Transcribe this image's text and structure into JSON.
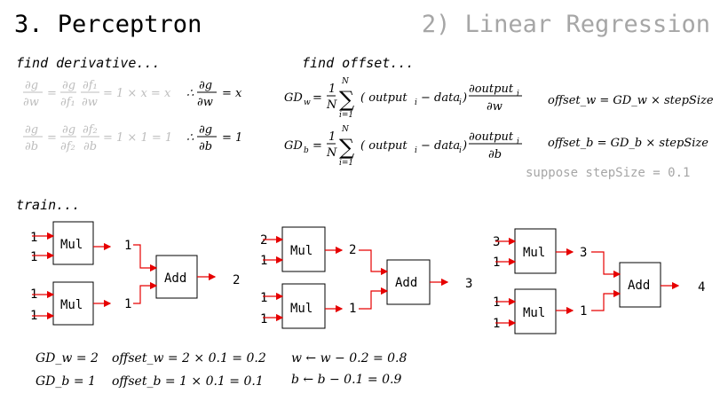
{
  "header": {
    "title": "3. Perceptron",
    "subtitle": "2) Linear Regression"
  },
  "sections": {
    "find_derivative": "find derivative...",
    "find_offset": "find offset...",
    "train": "train..."
  },
  "note": "suppose stepSize = 0.1",
  "derivatives": {
    "dw_result": "∴ ∂g/∂w = x",
    "db_result": "∴ ∂g/∂b = 1",
    "dw_tail": "= 1 × x = x",
    "db_tail": "= 1 × 1 = 1"
  },
  "offsets": {
    "offset_w": "offset_w = GD_w × stepSize",
    "offset_b": "offset_b = GD_b × stepSize"
  },
  "train_results": {
    "gd_w": "GD_w = 2",
    "gd_b": "GD_b = 1",
    "offset_w": "offset_w = 2 × 0.1 = 0.2",
    "offset_b": "offset_b = 1 × 0.1 = 0.1",
    "w_update": "w ← w − 0.2 = 0.8",
    "b_update": "b ← b − 0.1 = 0.9"
  },
  "diagrams": [
    {
      "mul_label": "Mul",
      "add_label": "Add",
      "mul1_inputs": [
        "1",
        "1"
      ],
      "mul2_inputs": [
        "1",
        "1"
      ],
      "mul1_output": "1",
      "mul2_output": "1",
      "add_output": "2"
    },
    {
      "mul_label": "Mul",
      "add_label": "Add",
      "mul1_inputs": [
        "2",
        "1"
      ],
      "mul2_inputs": [
        "1",
        "1"
      ],
      "mul1_output": "2",
      "mul2_output": "1",
      "add_output": "3"
    },
    {
      "mul_label": "Mul",
      "add_label": "Add",
      "mul1_inputs": [
        "3",
        "1"
      ],
      "mul2_inputs": [
        "1",
        "1"
      ],
      "mul1_output": "3",
      "mul2_output": "1",
      "add_output": "4"
    }
  ],
  "colors": {
    "arrow": "#e60000",
    "grey_text": "#a6a6a6"
  }
}
